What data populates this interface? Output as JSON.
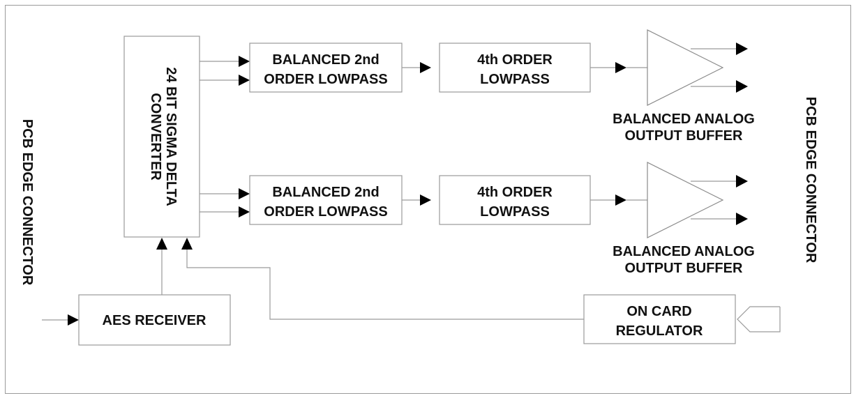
{
  "diagram": {
    "left_connector": "PCB EDGE CONNECTOR",
    "right_connector": "PCB EDGE CONNECTOR",
    "converter": [
      "24 BIT SIGMA DELTA",
      "CONVERTER"
    ],
    "lowpass_2nd_top": [
      "BALANCED 2nd",
      "ORDER LOWPASS"
    ],
    "lowpass_4th_top": [
      "4th ORDER",
      "LOWPASS"
    ],
    "buffer_top": [
      "BALANCED ANALOG",
      "OUTPUT BUFFER"
    ],
    "lowpass_2nd_bottom": [
      "BALANCED 2nd",
      "ORDER LOWPASS"
    ],
    "lowpass_4th_bottom": [
      "4th ORDER",
      "LOWPASS"
    ],
    "buffer_bottom": [
      "BALANCED ANALOG",
      "OUTPUT BUFFER"
    ],
    "aes_receiver": "AES RECEIVER",
    "regulator": [
      "ON CARD",
      "REGULATOR"
    ]
  }
}
